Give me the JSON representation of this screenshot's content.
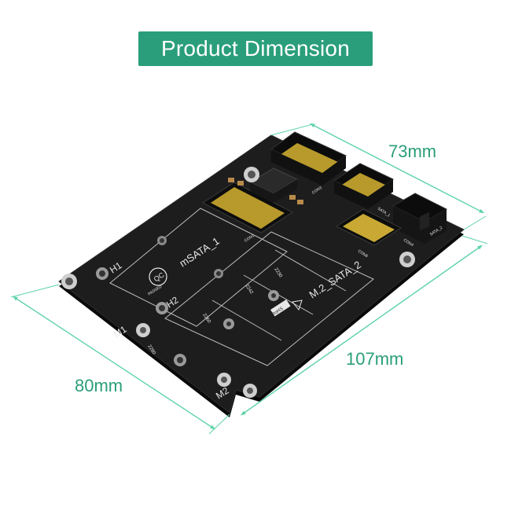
{
  "banner": {
    "title": "Product Dimension"
  },
  "dimensions": {
    "width_label": "73mm",
    "length_label": "107mm",
    "depth_label": "80mm"
  },
  "board_labels": {
    "slot1": "mSATA_1",
    "slot2": "M.2_SATA_2",
    "h1": "H1",
    "h2": "H2",
    "m1": "M1",
    "m2": "M2",
    "size_2230": "2230",
    "size_2242": "2242",
    "size_2260": "2260",
    "size_2280": "2280",
    "con1": "CON1",
    "con3": "CON3",
    "con4": "CON4",
    "con6": "CON6",
    "sata1": "SATA_1",
    "sata2": "SATA_2",
    "qc": "QC",
    "passed": "PASSED",
    "rohs": "RoHS"
  },
  "colors": {
    "accent": "#2a9e7a",
    "dimension_line": "#5ed3a8",
    "board": "#1a1a1a"
  }
}
